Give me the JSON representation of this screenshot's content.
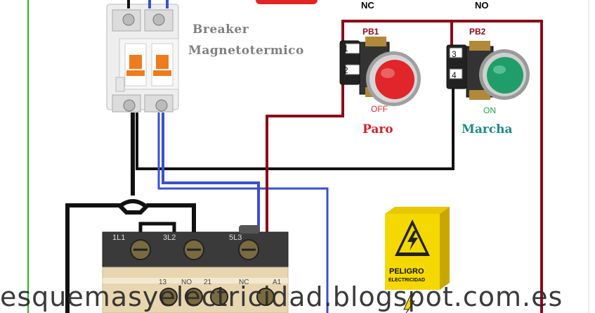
{
  "labels": {
    "nc": "NC",
    "no": "NO",
    "breaker_line1": "Breaker",
    "breaker_line2": "Magnetotermico",
    "pb1": "PB1",
    "pb2": "PB2",
    "pb1_term_top": "1",
    "pb1_term_bottom": "2",
    "pb2_term_top": "3",
    "pb2_term_bottom": "4",
    "off": "OFF",
    "on": "ON",
    "paro": "Paro",
    "marcha": "Marcha",
    "peligro": "PELIGRO",
    "electricidad": "ELECTRICIDAD",
    "contactor_l1": "1L1",
    "contactor_l2": "3L2",
    "contactor_l3": "5L3",
    "contactor_13": "13",
    "contactor_no": "NO",
    "contactor_21": "21",
    "contactor_nc": "NC",
    "contactor_a1": "A1",
    "watermark": "esquemasyelectricidad.blogspot.com.es"
  },
  "colors": {
    "red_wire": "#8b0a1a",
    "blue_wire": "#3a4fd0",
    "black_wire": "#111111",
    "green_line": "#2bb02b",
    "pb1_button": "#e0262b",
    "pb2_button": "#1f9e6a",
    "paro_text": "#d4202a",
    "marcha_text": "#1f8a86",
    "off_text": "#e0262b",
    "on_text": "#1fa04a"
  }
}
